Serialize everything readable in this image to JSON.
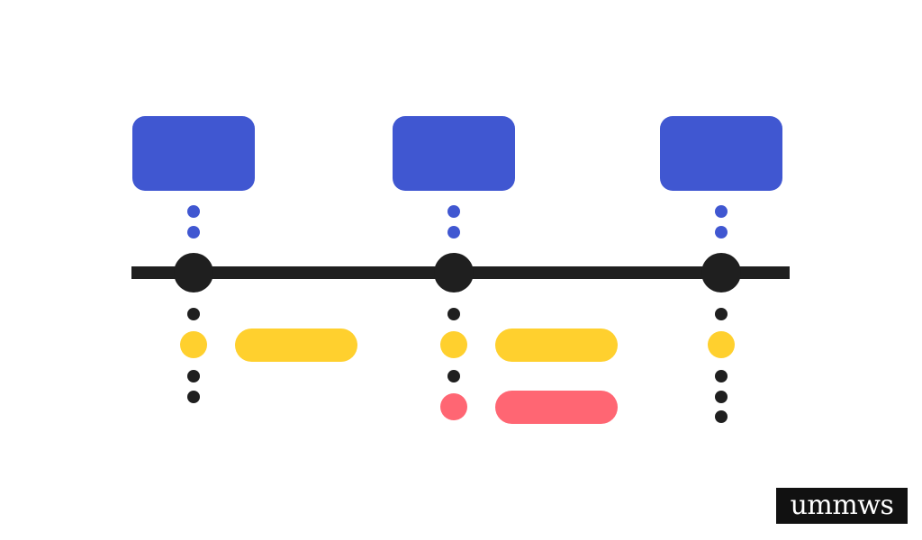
{
  "colors": {
    "card": "#4057D1",
    "connector": "#4057D1",
    "timeline": "#1F1F1F",
    "yellow": "#FFD02E",
    "coral": "#FF6673",
    "logo_bg": "#111111",
    "logo_text": "#FFFFFF"
  },
  "milestones": [
    {
      "id": "milestone-1",
      "items": [
        "dot",
        "yellow-pill",
        "dot",
        "dot"
      ]
    },
    {
      "id": "milestone-2",
      "items": [
        "dot",
        "yellow-pill",
        "dot",
        "coral-pill"
      ]
    },
    {
      "id": "milestone-3",
      "items": [
        "dot",
        "yellow",
        "dot",
        "dot",
        "dot"
      ]
    }
  ],
  "logo": {
    "text": "ummws"
  }
}
